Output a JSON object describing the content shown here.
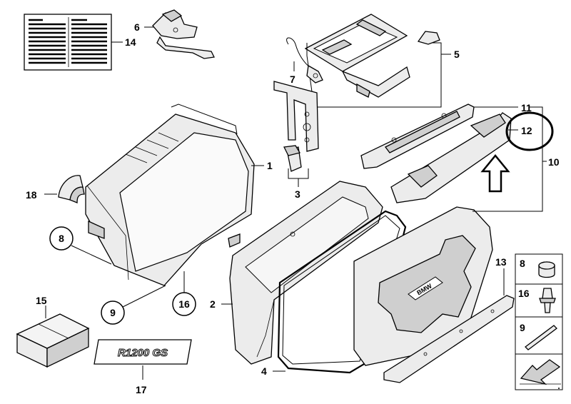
{
  "callouts": [
    "1",
    "2",
    "3",
    "4",
    "5",
    "6",
    "7",
    "8",
    "9",
    "10",
    "11",
    "12",
    "13",
    "14",
    "15",
    "16",
    "17",
    "18"
  ],
  "legend": [
    {
      "number": "8",
      "icon": "cap-plug-icon"
    },
    {
      "number": "16",
      "icon": "push-rivet-icon"
    },
    {
      "number": "9",
      "icon": "pin-icon"
    }
  ],
  "decal_text": "R1200 GS",
  "lid_badge": "BMW",
  "highlight": {
    "callout": "12",
    "marker": "circle",
    "pointer": "arrow-up"
  },
  "colors": {
    "line": "#000000",
    "part_fill": "#ececec",
    "shade": "#cfcfcf",
    "background": "#ffffff"
  }
}
